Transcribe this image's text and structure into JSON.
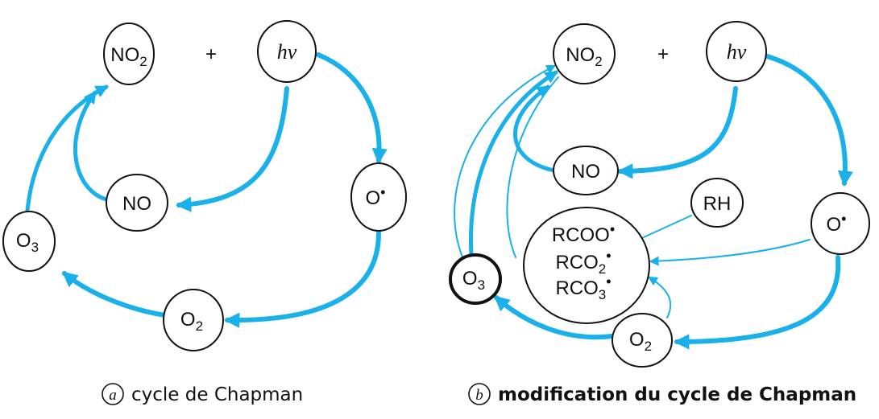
{
  "accent": "#1ab0ea",
  "diagram_a": {
    "nodes": {
      "no2": {
        "main": "NO",
        "sub": "2"
      },
      "hv": {
        "label": "hν"
      },
      "no": {
        "label": "NO"
      },
      "orad": {
        "main": "O",
        "sup": "•"
      },
      "o3": {
        "main": "O",
        "sub": "3"
      },
      "o2": {
        "main": "O",
        "sub": "2"
      }
    },
    "plus": "+",
    "caption": {
      "letter": "a",
      "text": "cycle de Chapman"
    }
  },
  "diagram_b": {
    "nodes": {
      "no2": {
        "main": "NO",
        "sub": "2"
      },
      "hv": {
        "label": "hν"
      },
      "no": {
        "label": "NO"
      },
      "rh": {
        "label": "RH"
      },
      "orad": {
        "main": "O",
        "sup": "•"
      },
      "radicals": [
        {
          "main": "RCOO",
          "sup": "•"
        },
        {
          "main": "RCO",
          "sub": "2",
          "sup": "•"
        },
        {
          "main": "RCO",
          "sub": "3",
          "sup": "•"
        }
      ],
      "o3": {
        "main": "O",
        "sub": "3"
      },
      "o2": {
        "main": "O",
        "sub": "2"
      }
    },
    "plus": "+",
    "caption": {
      "letter": "b",
      "text": "modification du cycle de Chapman"
    }
  }
}
